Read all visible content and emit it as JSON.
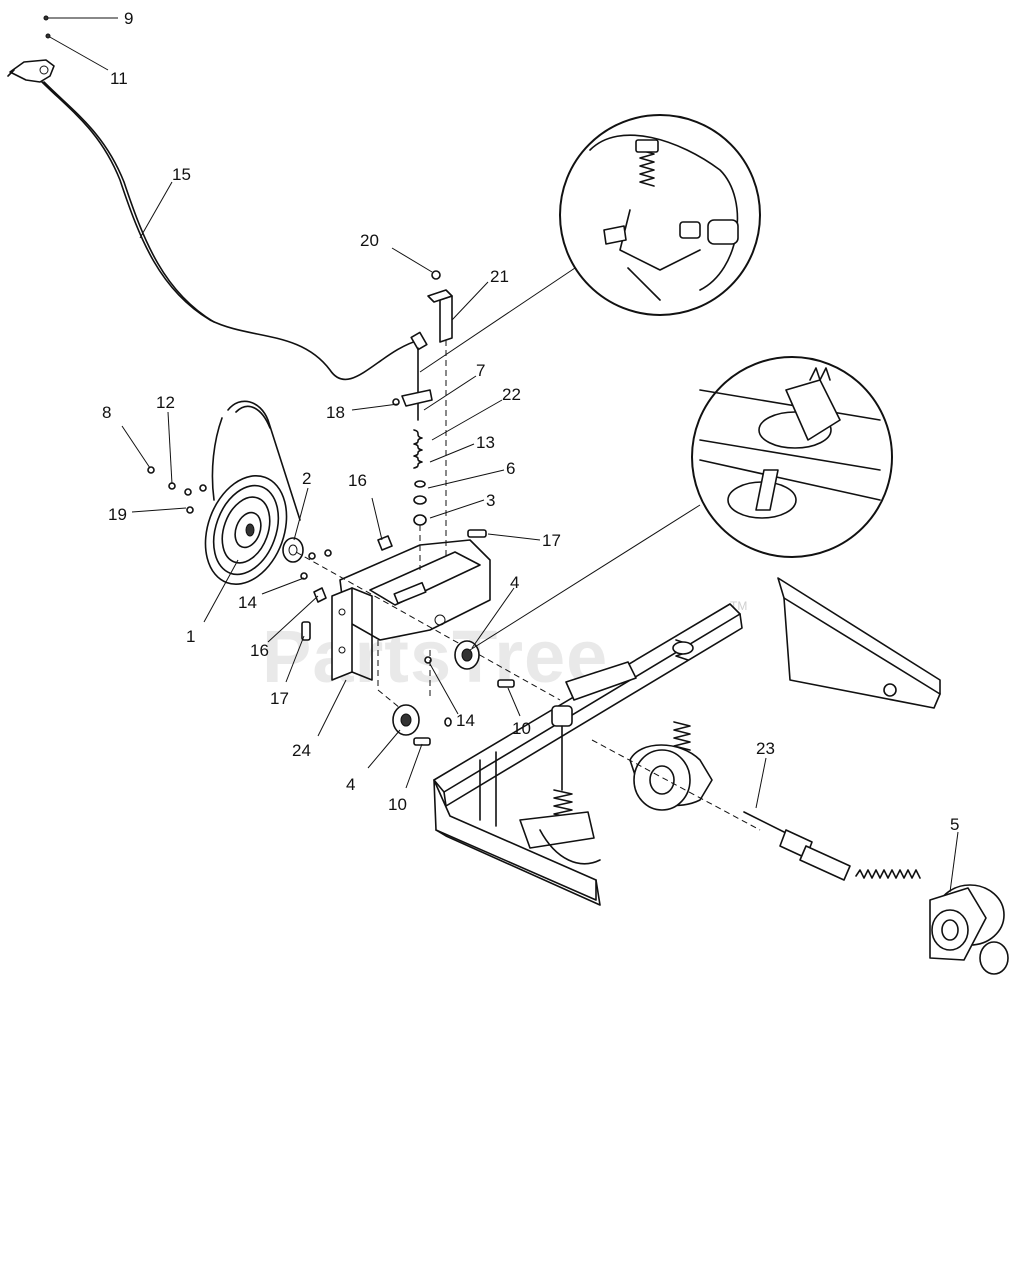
{
  "watermark": {
    "text": "PartsTree",
    "trademark": "TM"
  },
  "callouts": [
    {
      "id": "c9",
      "label": "9"
    },
    {
      "id": "c11",
      "label": "11"
    },
    {
      "id": "c15",
      "label": "15"
    },
    {
      "id": "c20",
      "label": "20"
    },
    {
      "id": "c21",
      "label": "21"
    },
    {
      "id": "c7",
      "label": "7"
    },
    {
      "id": "c18",
      "label": "18"
    },
    {
      "id": "c22",
      "label": "22"
    },
    {
      "id": "c13",
      "label": "13"
    },
    {
      "id": "c6",
      "label": "6"
    },
    {
      "id": "c3",
      "label": "3"
    },
    {
      "id": "c17a",
      "label": "17"
    },
    {
      "id": "c8",
      "label": "8"
    },
    {
      "id": "c12",
      "label": "12"
    },
    {
      "id": "c19",
      "label": "19"
    },
    {
      "id": "c2",
      "label": "2"
    },
    {
      "id": "c16a",
      "label": "16"
    },
    {
      "id": "c1",
      "label": "1"
    },
    {
      "id": "c14a",
      "label": "14"
    },
    {
      "id": "c16b",
      "label": "16"
    },
    {
      "id": "c17b",
      "label": "17"
    },
    {
      "id": "c4a",
      "label": "4"
    },
    {
      "id": "c24",
      "label": "24"
    },
    {
      "id": "c14b",
      "label": "14"
    },
    {
      "id": "c10a",
      "label": "10"
    },
    {
      "id": "c4b",
      "label": "4"
    },
    {
      "id": "c10b",
      "label": "10"
    },
    {
      "id": "c23",
      "label": "23"
    },
    {
      "id": "c5",
      "label": "5"
    }
  ]
}
